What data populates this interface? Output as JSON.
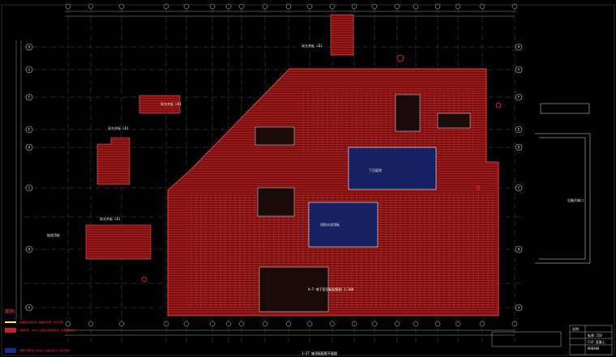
{
  "drawing": {
    "background_color": "#000000",
    "slab_fill_color": "#7a1111",
    "slab_hatch_color": "#c42222",
    "opening_fill_color": "#141c5a",
    "grid_line_color": "#5f5f5f",
    "dimension_color": "#bdbdbd",
    "bubble_color": "#d0d0d0"
  },
  "grid_axes_left": [
    "H",
    "G",
    "F",
    "E",
    "D",
    "C",
    "B",
    "A"
  ],
  "title_lines": {
    "bottom": "A—T 地下室顶板配筋图 1:100",
    "center": "1—37 轴顶板配筋平面图"
  },
  "legend": {
    "heading": "图例",
    "items": [
      {
        "color": "#ffff00",
        "text": "板面筋加强区域（板面附加筋）详见说明"
      },
      {
        "color": "#c42222",
        "text": "顶板厚度 250mm 双层双向配筋区域 详见图中标注"
      },
      {
        "color": "#1a2a8a",
        "text": "顶板开洞区域（采光井/设备吊装口）详见建筑"
      }
    ]
  },
  "small_labels": [
    "采光井板 LD1",
    "采光井板 LD1",
    "采光井板 LD1",
    "采光井板 LD1",
    "坡道顶板",
    "下沉庭院",
    "消防水池顶板",
    "设备吊装口"
  ],
  "table": {
    "header": "说明",
    "rows": [
      "板厚 250",
      "C35 混凝土",
      "HRB400"
    ]
  }
}
